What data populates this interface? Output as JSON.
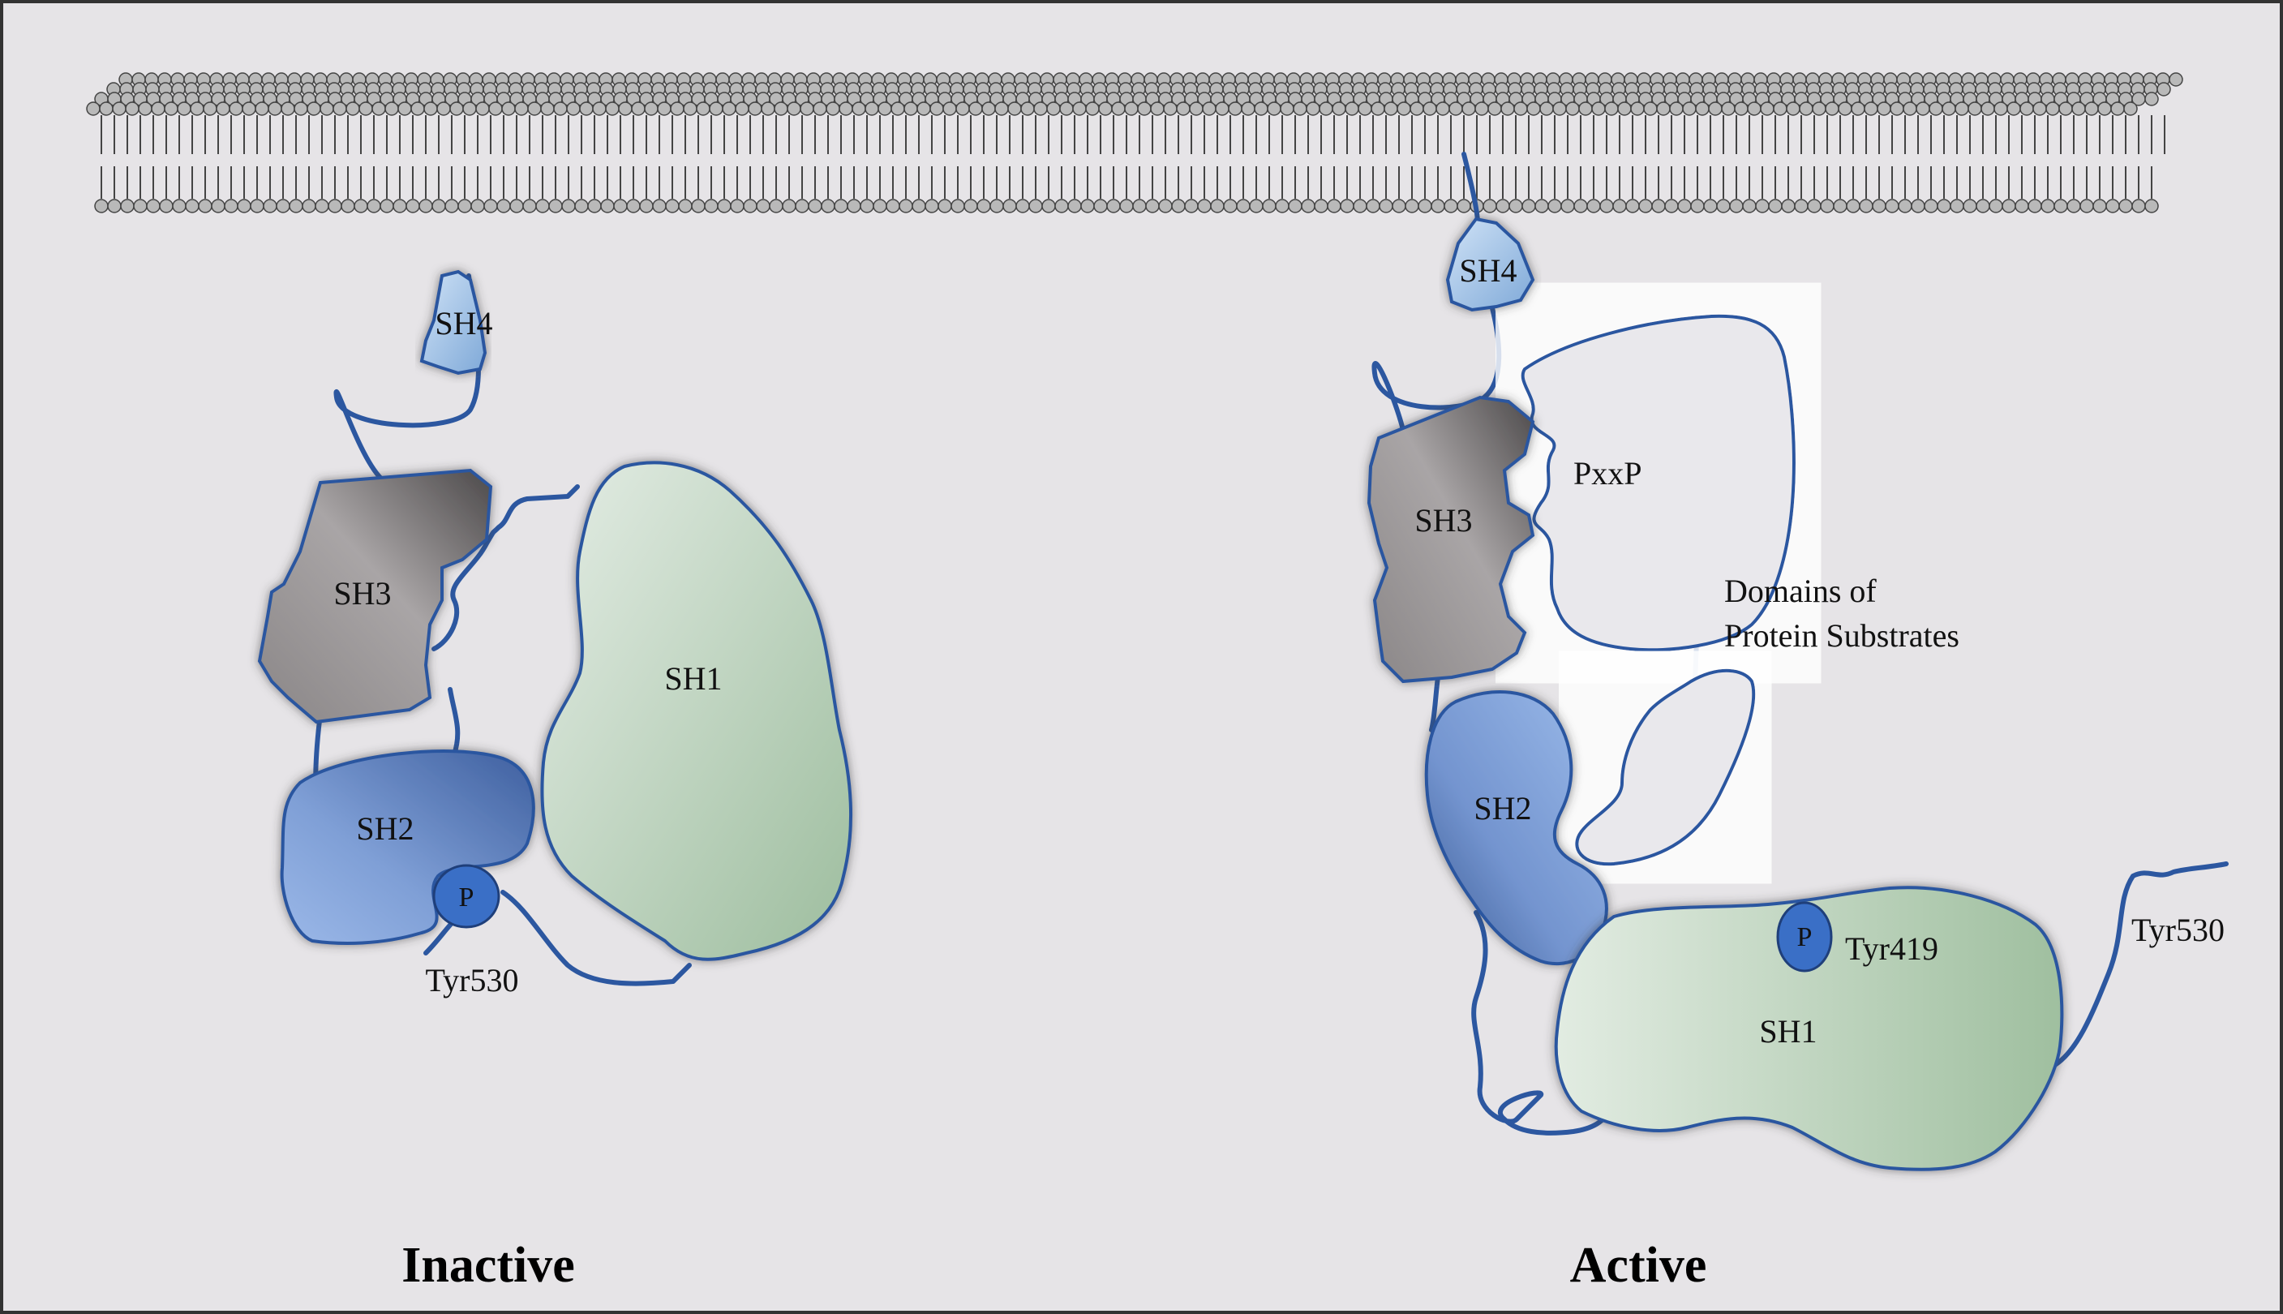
{
  "colors": {
    "background": "#e6e4e7",
    "line": "#2c57a0",
    "sh4": "#a8c7ea",
    "sh3": "#8e8a8b",
    "sh2": "#7a99cf",
    "sh1": "#c9dac8",
    "phospho": "#3a6fc6"
  },
  "inactive": {
    "caption": "Inactive",
    "sh4": "SH4",
    "sh3": "SH3",
    "sh2": "SH2",
    "sh1": "SH1",
    "p": "P",
    "tyr530": "Tyr530"
  },
  "active": {
    "caption": "Active",
    "sh4": "SH4",
    "sh3": "SH3",
    "sh2": "SH2",
    "sh1": "SH1",
    "p": "P",
    "tyr419": "Tyr419",
    "tyr530": "Tyr530",
    "pxxp": "PxxP",
    "substrates_line1": "Domains of",
    "substrates_line2": "Protein Substrates"
  }
}
